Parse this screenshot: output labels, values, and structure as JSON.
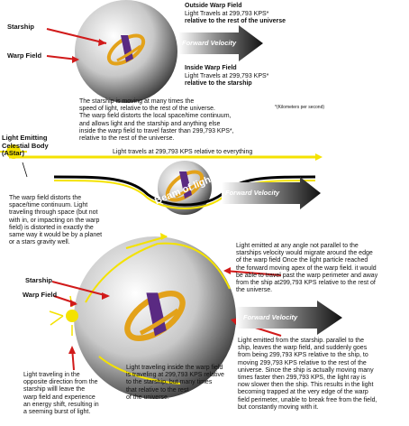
{
  "colors": {
    "sphere_light": "#ffffff",
    "sphere_dark": "#3a3a3a",
    "logo_gold": "#e3a21a",
    "logo_purple": "#5a2a82",
    "red_arrow": "#d11a1a",
    "light_ray_yellow": "#f4e200",
    "wave_black": "#000000",
    "arrow_gradient_start": "#ffffff",
    "arrow_gradient_end": "#111111"
  },
  "section1": {
    "starship_label": "Starship",
    "warp_field_label": "Warp Field",
    "outside_title": "Outside Warp Field",
    "outside_line1": "Light Travels at 299,793 KPS*",
    "outside_line2": "relative to the rest of the universe",
    "forward_velocity": "Forward Velocity",
    "inside_title": "Inside Warp Field",
    "inside_line1": "Light Travels at 299,793 KPS*",
    "inside_line2": "relative to the starship",
    "footnote": "*(Kilometers per second)",
    "description": "The starship is moving at many times the\nspeed of light, relative to the rest of the universe.\nThe warp field distorts the local space/time continuum,\nand allows light and the starship and anything else\ninside the warp field to travel faster than 299,793 KPS*,\nrelative to the rest of the universe."
  },
  "section2": {
    "body_label": "Light Emitting\nCelestial Body\n(AStar)",
    "ray_label": "Light travels at 299,793 KPS relative to everything",
    "beam_label": "Beam of light",
    "forward_velocity": "Forward Velocity",
    "description": "The warp field distorts the\nspace/time continuum. Light\ntraveling through space (but not\nwith in, or impacting on the warp\nfield) is distorted in exactly the\nsame way it would be by a planet\nor a stars gravity well."
  },
  "section3": {
    "starship_label": "Starship",
    "warp_field_label": "Warp Field",
    "forward_velocity": "Forward Velocity",
    "right_top_text": "Light emitted at any angle not parallel to the\nstarships velocity would migrate around the edge\nof the warp field Once the light particle reached\nthe forward moving apex of the warp field. it would\nbe able to travel past the warp perimeter and away\nfrom the ship at299,793 KPS relative to the rest of\nthe universe.",
    "center_text": "Light traveling inside the warp field\nis traveling at 299,793 KPS relative\nto the starship, but many times\nthat relative to the rest\nof the universe.",
    "left_bottom_text": "Light traveling in the\nopposite direction from the\nstarship willl leave the\nwarp field and experience\nan energy shift, resulting in\na seeming burst of light.",
    "right_bottom_text": "Light emitted from the starship. parallel to the\nship, leaves the warp field, and suddenly goes\nfrom being 299,793 KPS relative to the ship, to\nmoving 299,793 KPS relative to the rest of the\nuniverse. Since the ship is actually moving many\ntimes faster then 299,793 KPS, the light ray is\nnow slower then the ship. This results in the light\nbecoming trapped at the very edge of the warp\nfield perimeter, unable to break free from the field,\nbut constantly moving with it."
  }
}
